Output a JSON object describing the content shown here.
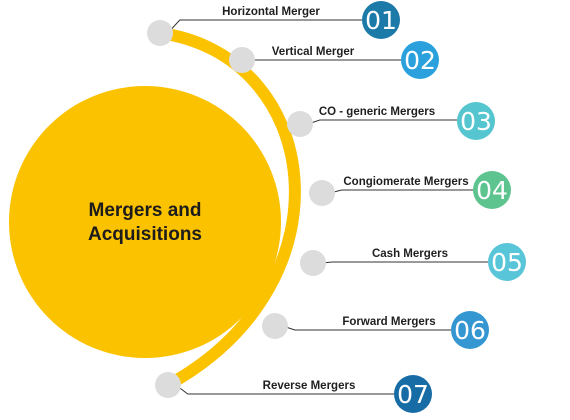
{
  "center": {
    "line1": "Mergers and",
    "line2": "Acquisitions"
  },
  "items": [
    {
      "label": "Horizontal Merger",
      "number": "01",
      "color": "#1b7aa8"
    },
    {
      "label": "Vertical Merger",
      "number": "02",
      "color": "#2aa1dc"
    },
    {
      "label": "CO - generic Mergers",
      "number": "03",
      "color": "#55c6cf"
    },
    {
      "label": "Congiomerate Mergers",
      "number": "04",
      "color": "#5dc48f"
    },
    {
      "label": "Cash Mergers",
      "number": "05",
      "color": "#58c6d8"
    },
    {
      "label": "Forward Mergers",
      "number": "06",
      "color": "#3597d2"
    },
    {
      "label": "Reverse Mergers",
      "number": "07",
      "color": "#176ca6"
    }
  ],
  "colors": {
    "accent": "#fbc200",
    "node": "#dcdcdc",
    "connector": "#333333"
  }
}
